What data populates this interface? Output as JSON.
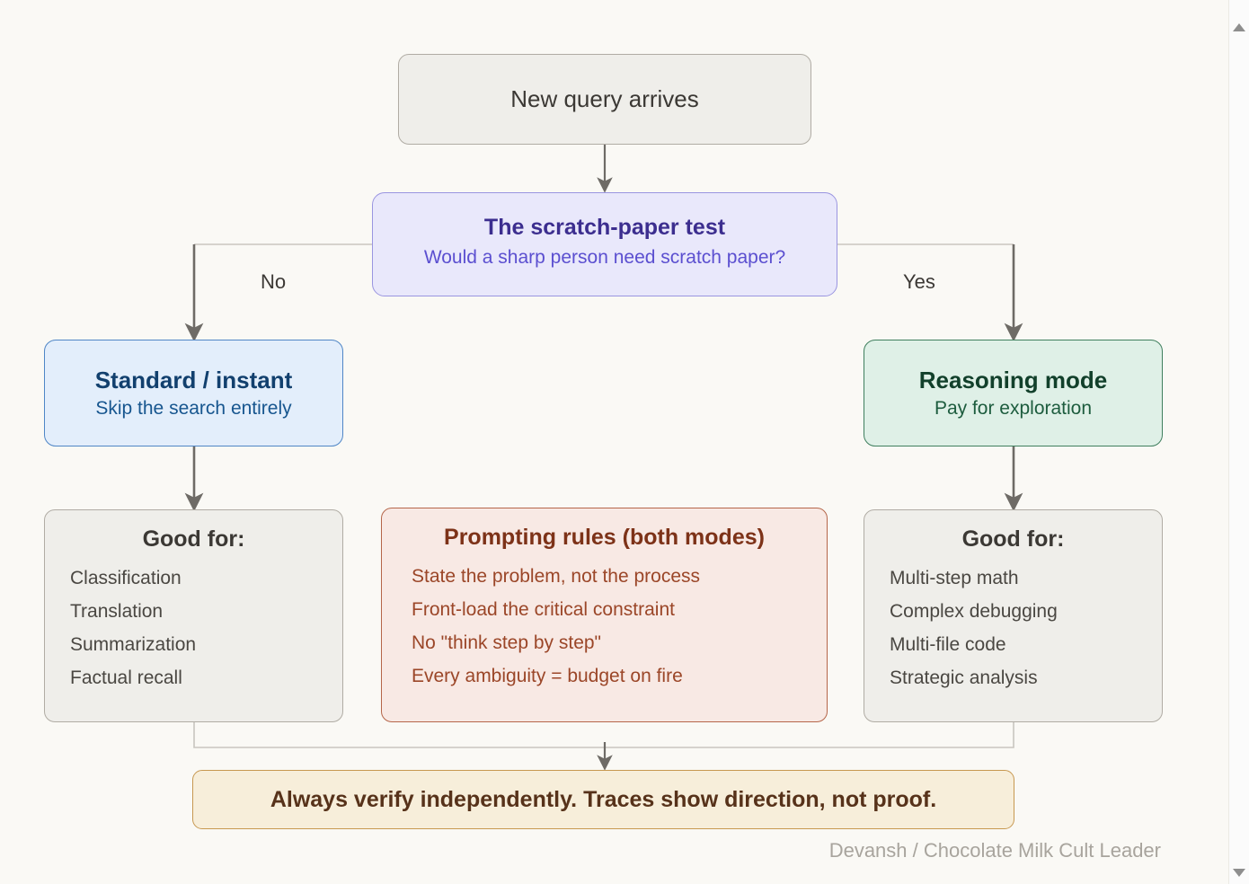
{
  "meta": {
    "clipped_title": "",
    "background_color": "#faf9f5"
  },
  "attribution": "Devansh / Chocolate Milk Cult Leader",
  "scrollbar": {
    "up_arrow": "scroll-up-arrow",
    "down_arrow": "scroll-down-arrow"
  },
  "flow": {
    "start": {
      "label": "New query arrives"
    },
    "decision": {
      "title": "The scratch-paper test",
      "subtitle": "Would a sharp person need scratch paper?",
      "color": "#3c2e8f"
    },
    "branch_labels": {
      "no": "No",
      "yes": "Yes"
    },
    "left_mode": {
      "title": "Standard / instant",
      "subtitle": "Skip the search entirely",
      "color": "#12406e"
    },
    "right_mode": {
      "title": "Reasoning mode",
      "subtitle": "Pay for exploration",
      "color": "#12402b"
    },
    "left_good_for": {
      "title": "Good for:",
      "items": [
        "Classification",
        "Translation",
        "Summarization",
        "Factual recall"
      ]
    },
    "right_good_for": {
      "title": "Good for:",
      "items": [
        "Multi-step math",
        "Complex debugging",
        "Multi-file code",
        "Strategic analysis"
      ]
    },
    "prompting_rules": {
      "title": "Prompting rules (both modes)",
      "color": "#9b4628",
      "items": [
        "State the problem, not the process",
        "Front-load the critical constraint",
        "No \"think step by step\"",
        "Every ambiguity = budget on fire"
      ]
    },
    "conclusion": {
      "text": "Always verify independently. Traces show direction, not proof.",
      "color": "#57321a"
    }
  }
}
